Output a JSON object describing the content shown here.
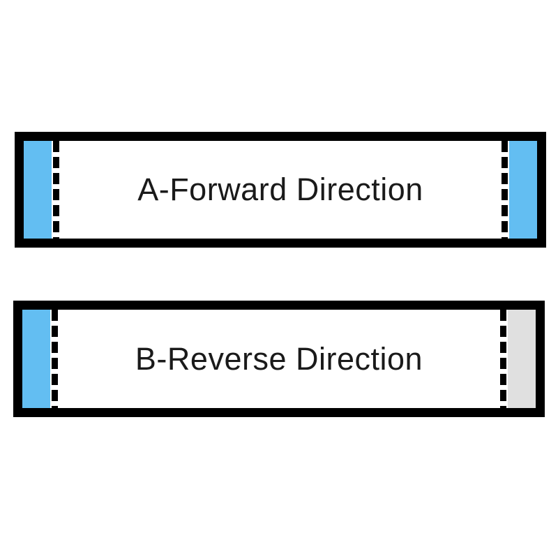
{
  "page": {
    "background_color": "#ffffff",
    "border_color": "#000000",
    "text_color": "#1a1a1a"
  },
  "colors": {
    "blue_tab": "#63BEF2",
    "gray_tab": "#E0E0E0",
    "dash_line": "#000000"
  },
  "diagrams": [
    {
      "id": "A",
      "label": "A-Forward Direction",
      "left_tab_color": "#63BEF2",
      "right_tab_color": "#63BEF2"
    },
    {
      "id": "B",
      "label": "B-Reverse Direction",
      "left_tab_color": "#63BEF2",
      "right_tab_color": "#E0E0E0"
    }
  ]
}
